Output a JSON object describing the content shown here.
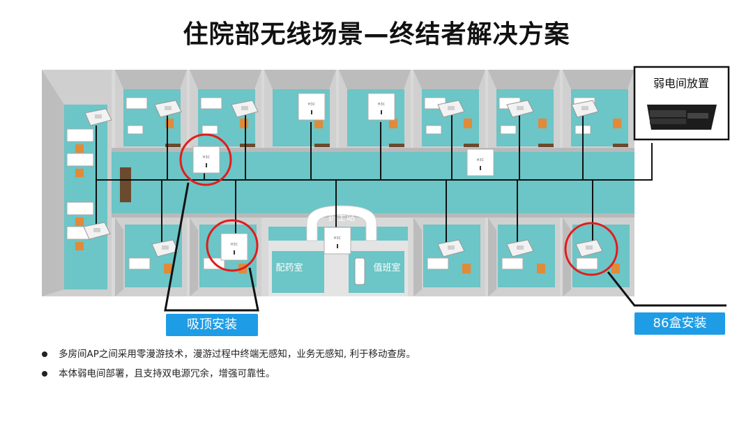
{
  "title": "住院部无线场景—终结者解决方案",
  "labels": {
    "nurse_station": "护士站",
    "pharmacy": "配药室",
    "duty_room": "值班室",
    "weak_room": "弱电间放置",
    "ceiling_install": "吸顶安装",
    "box_install": "86盒安装",
    "brand": "H3C"
  },
  "bullets": [
    "多房间AP之间采用零漫游技术，漫游过程中终端无感知，业务无感知, 利于移动查房。",
    "本体弱电间部署，且支持双电源冗余，增强可靠性。"
  ],
  "colors": {
    "floor_teal": "#6cc5c6",
    "wall_gray": "#d4d4d4",
    "callout_blue": "#1e9de6",
    "highlight_red": "#e31b1b"
  }
}
